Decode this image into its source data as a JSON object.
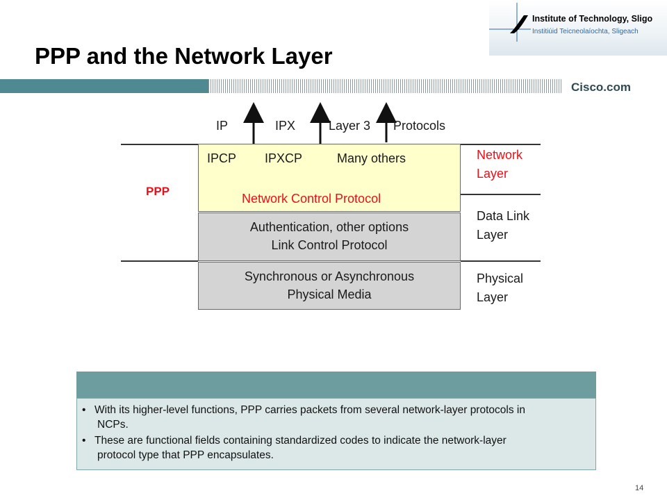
{
  "header": {
    "title": "PPP and the Network Layer",
    "logo_line1": "Institute of Technology, Sligo",
    "logo_line2": "Institiúid Teicneolaíochta, Sligeach",
    "brand": "Cisco.com"
  },
  "diagram": {
    "arrows": {
      "ip": "IP",
      "ipx": "IPX",
      "layer3": "Layer 3",
      "protocols": "Protocols"
    },
    "ncp_row": {
      "ipcp": "IPCP",
      "ipxcp": "IPXCP",
      "many_others": "Many others",
      "ncp": "Network Control Protocol"
    },
    "ppp_label": "PPP",
    "lcp": {
      "line1": "Authentication, other options",
      "line2": "Link Control Protocol"
    },
    "physical": {
      "line1": "Synchronous or Asynchronous",
      "line2": "Physical Media"
    },
    "layers": {
      "network_1": "Network",
      "network_2": "Layer",
      "datalink_1": "Data Link",
      "datalink_2": "Layer",
      "physical_1": "Physical",
      "physical_2": "Layer"
    },
    "colors": {
      "highlight": "#e8111a",
      "ncp_fill": "#ffffcc",
      "gray_fill": "#d4d4d4"
    }
  },
  "info": {
    "bullets": [
      {
        "line1": "With its higher-level functions, PPP carries packets from several network-layer protocols in",
        "line2": "NCPs."
      },
      {
        "line1": "These are functional fields containing standardized codes to indicate the network-layer",
        "line2": "protocol type that PPP encapsulates."
      }
    ]
  },
  "footer": {
    "page_number": "14"
  }
}
